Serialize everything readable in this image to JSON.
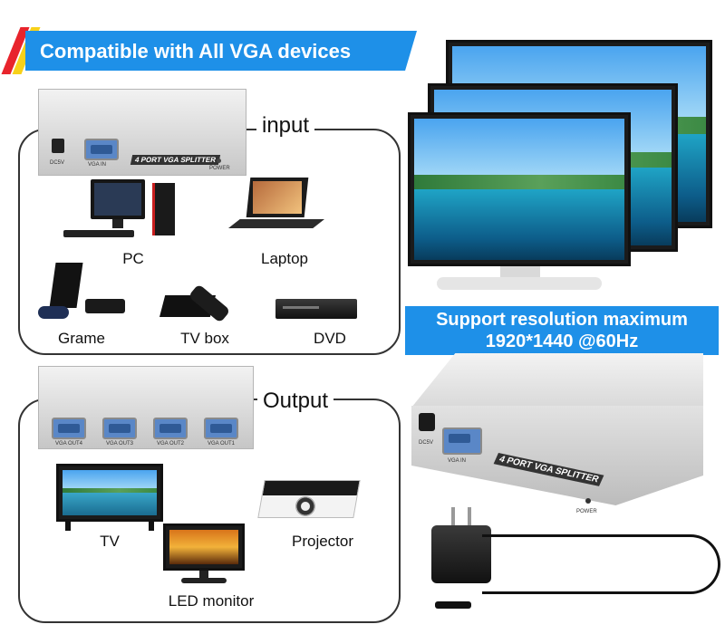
{
  "banner": {
    "text": "Compatible with All VGA devices"
  },
  "input_group": {
    "title": "input",
    "devices": [
      {
        "label": "PC",
        "icon": "pc-icon"
      },
      {
        "label": "Laptop",
        "icon": "laptop-icon"
      },
      {
        "label": "Grame",
        "icon": "game-console-icon"
      },
      {
        "label": "TV box",
        "icon": "tv-box-icon"
      },
      {
        "label": "DVD",
        "icon": "dvd-player-icon"
      }
    ]
  },
  "output_group": {
    "title": "Output",
    "devices": [
      {
        "label": "TV",
        "icon": "tv-icon"
      },
      {
        "label": "Projector",
        "icon": "projector-icon"
      },
      {
        "label": "LED monitor",
        "icon": "led-monitor-icon"
      }
    ]
  },
  "resolution": {
    "line1": "Support resolution maximum",
    "line2": "1920*1440 @60Hz"
  },
  "splitter_small": {
    "dc_label": "DC5V",
    "vga_in_label": "VGA IN",
    "brand": "4 PORT VGA SPLITTER",
    "power_label": "POWER"
  },
  "splitter_output": {
    "ports": [
      "VGA OUT4",
      "VGA OUT3",
      "VGA OUT2",
      "VGA OUT1"
    ]
  },
  "splitter_large": {
    "dc_label": "DC5V",
    "vga_in_label": "VGA IN",
    "brand": "4 PORT VGA SPLITTER",
    "power_label": "POWER"
  },
  "colors": {
    "banner": "#1e90e8",
    "stripe_red": "#e8242c",
    "stripe_yellow": "#f7d11a",
    "group_border": "#333333"
  }
}
